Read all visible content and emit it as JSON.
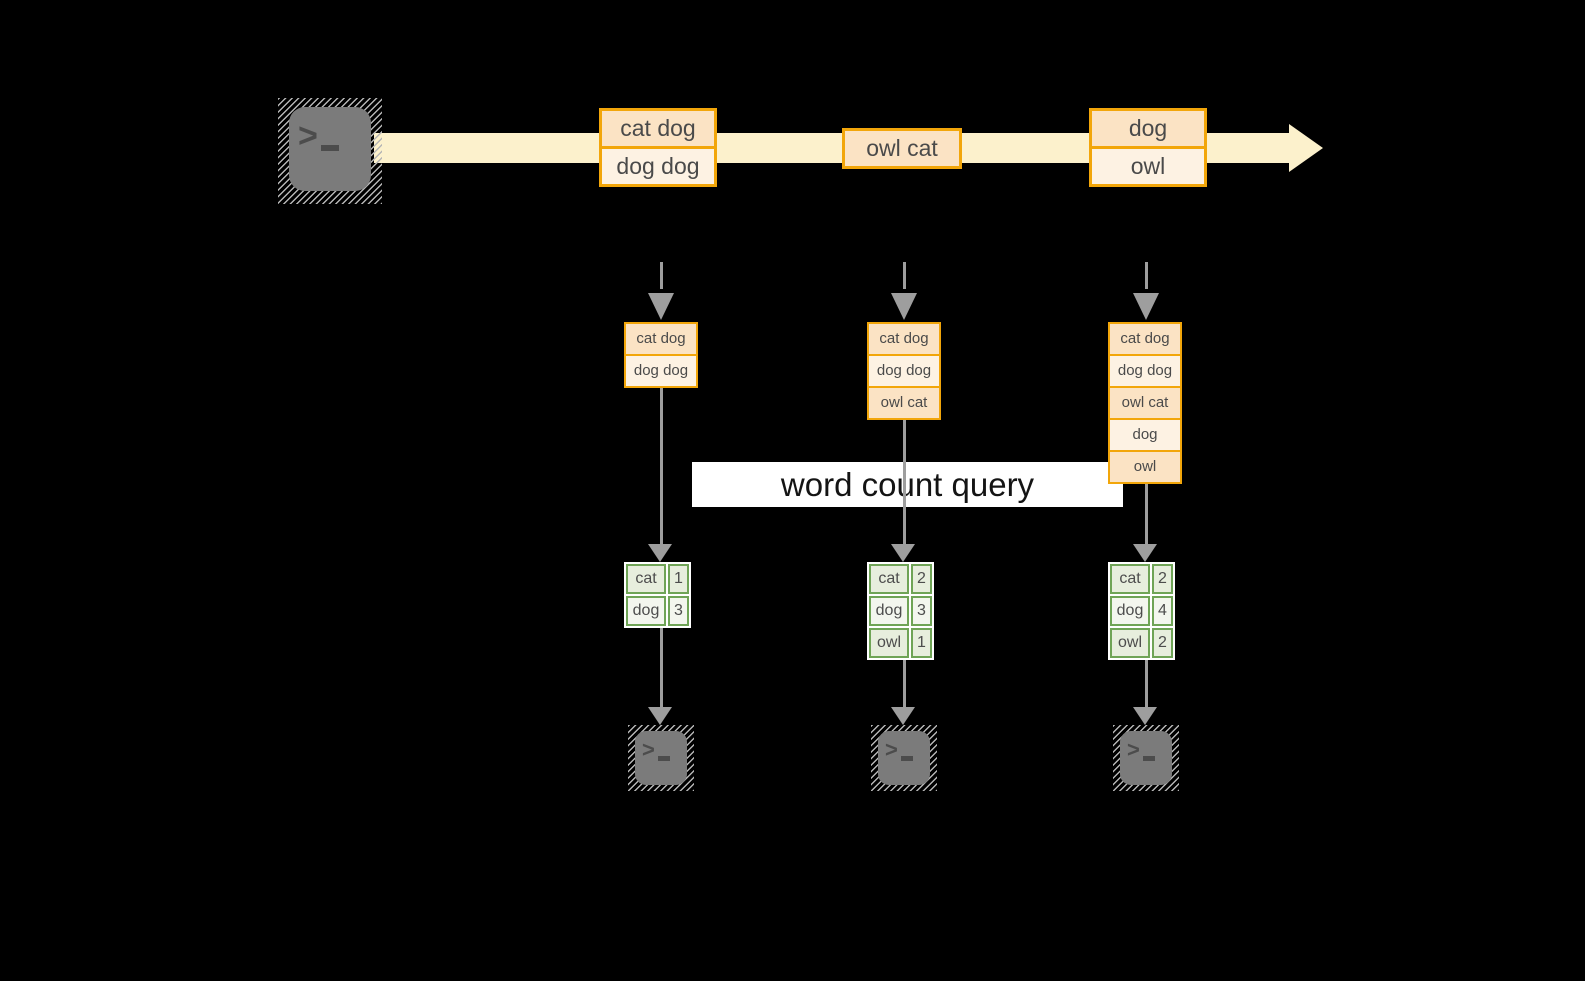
{
  "colors": {
    "band": "#FCF1CC",
    "orange": "#F2A60A",
    "peach": "#FBE3C4",
    "cream": "#FDF2E3",
    "arrow": "#9E9E9E",
    "green": "#6FA456",
    "gcellA": "#E7EEDD",
    "gcellB": "#F3F6EE",
    "terminal_body": "#7B7B7B",
    "terminal_glyph": "#4C4C4C",
    "background": "#000000"
  },
  "icons": {
    "source": "terminal-icon",
    "outputs": "terminal-icon"
  },
  "terminal_glyph": {
    "chevron": ">",
    "underscore": "_"
  },
  "timeline": {
    "events": [
      {
        "rows": [
          "cat dog",
          "dog dog"
        ]
      },
      {
        "rows": [
          "owl cat"
        ]
      },
      {
        "rows": [
          "dog",
          "owl"
        ]
      }
    ]
  },
  "query_banner": {
    "label": "word count query"
  },
  "columns": [
    {
      "state_rows": [
        "cat dog",
        "dog dog"
      ],
      "counts": [
        {
          "word": "cat",
          "value": "1"
        },
        {
          "word": "dog",
          "value": "3"
        }
      ]
    },
    {
      "state_rows": [
        "cat dog",
        "dog dog",
        "owl cat"
      ],
      "counts": [
        {
          "word": "cat",
          "value": "2"
        },
        {
          "word": "dog",
          "value": "3"
        },
        {
          "word": "owl",
          "value": "1"
        }
      ]
    },
    {
      "state_rows": [
        "cat dog",
        "dog dog",
        "owl cat",
        "dog",
        "owl"
      ],
      "counts": [
        {
          "word": "cat",
          "value": "2"
        },
        {
          "word": "dog",
          "value": "4"
        },
        {
          "word": "owl",
          "value": "2"
        }
      ]
    }
  ]
}
